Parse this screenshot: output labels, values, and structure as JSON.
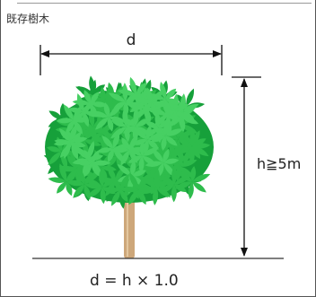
{
  "label": "既存樹木",
  "dim_width_label": "d",
  "dim_height_label": "h≧5m",
  "formula": "d = h × 1.0",
  "colors": {
    "leaf_dark": "#16a03a",
    "leaf_mid": "#2ebc4c",
    "leaf_light": "#47d063",
    "trunk": "#cda77a",
    "lines": "#111111"
  }
}
